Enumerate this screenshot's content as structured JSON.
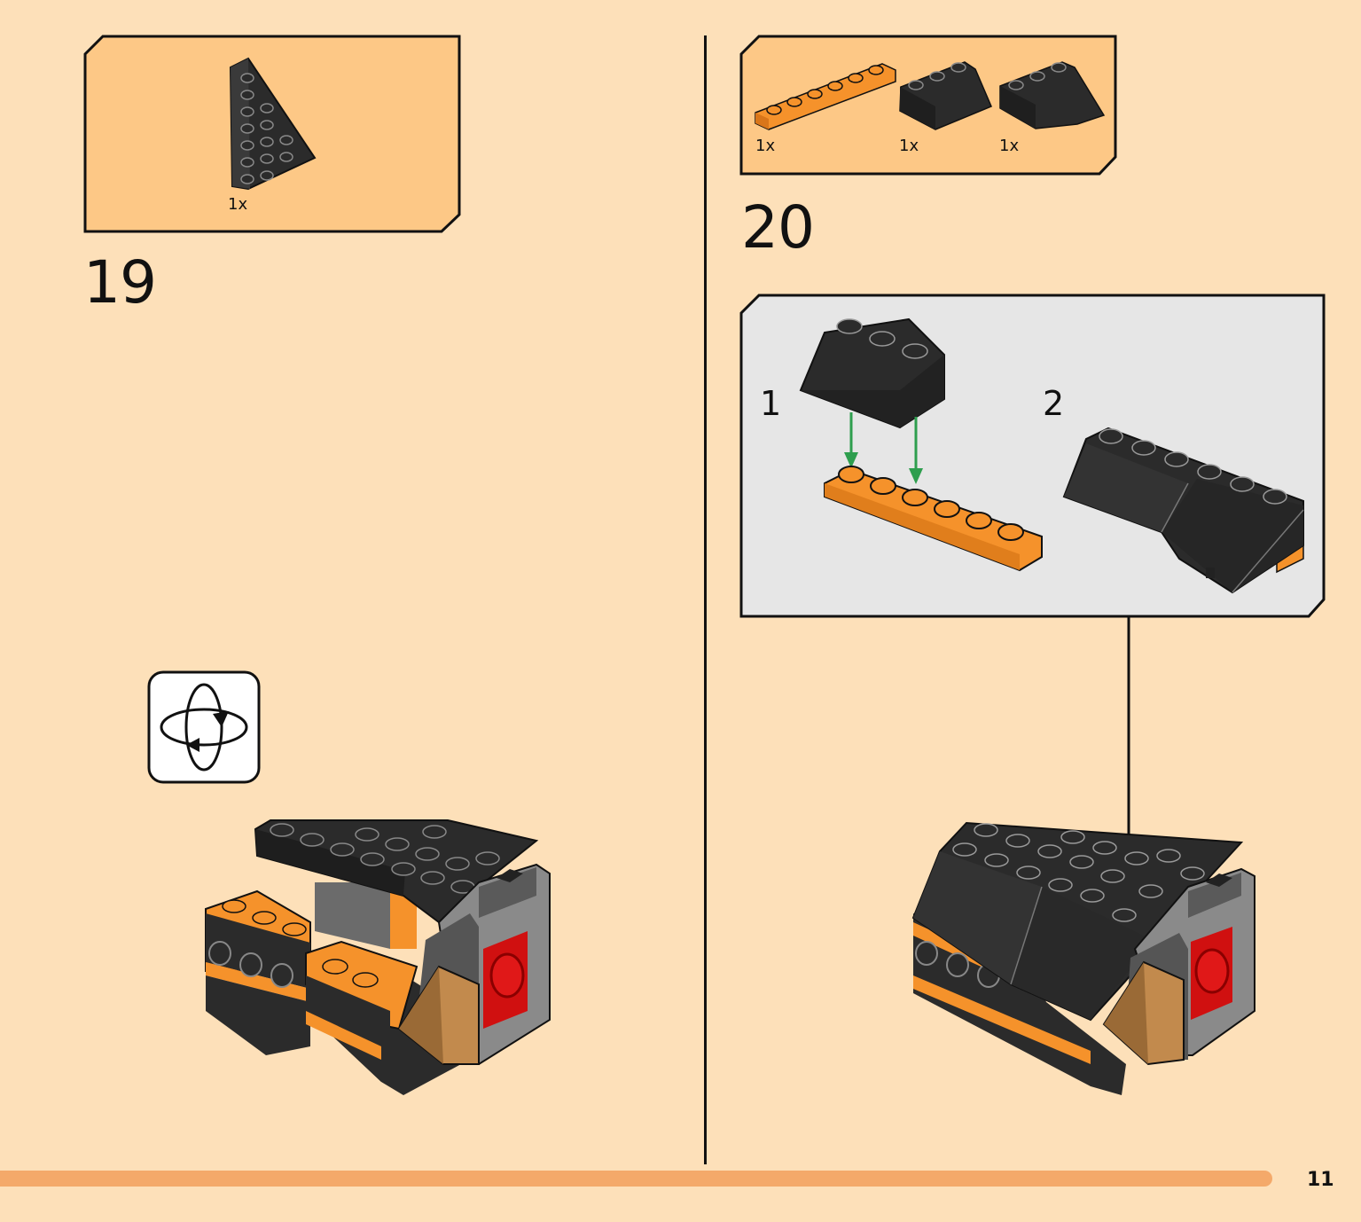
{
  "page": {
    "number": "11"
  },
  "colors": {
    "background": "#fde0b9",
    "parts_panel": "#fdc886",
    "sub_panel": "#e6e6e6",
    "brick_black": "#2b2b2b",
    "brick_orange": "#f5922b",
    "brick_red": "#d01010",
    "progress_bar": "#f4a96a",
    "arrow_green": "#2e9e4e"
  },
  "steps": [
    {
      "number": "19",
      "parts": [
        {
          "qty": "1x",
          "icon": "black-wedge-plate-part"
        }
      ],
      "rotate_icon": "rotate-model-icon"
    },
    {
      "number": "20",
      "parts": [
        {
          "qty": "1x",
          "icon": "orange-plate-1x6-part"
        },
        {
          "qty": "1x",
          "icon": "black-slope-brick-part"
        },
        {
          "qty": "1x",
          "icon": "black-curved-slope-part"
        }
      ],
      "substeps": [
        {
          "number": "1"
        },
        {
          "number": "2"
        }
      ]
    }
  ]
}
